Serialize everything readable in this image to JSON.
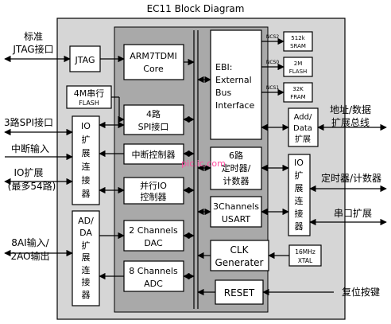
{
  "title": "EC11  Block  Diagram",
  "colors": {
    "outer_frame": "#d6d6d6",
    "core_panel": "#a9a9a9",
    "box": "#ffffff",
    "line": "#000000",
    "watermark": "#ff4ea0"
  },
  "external": {
    "jtag": [
      "标准",
      "JTAG接口"
    ],
    "spi": "3路SPI接口",
    "interrupt": "中断输入",
    "io_expand": [
      "IO扩展",
      "(最多54路)"
    ],
    "adda": [
      "8AI输入/",
      "2AO输出"
    ],
    "addr_data": [
      "地址/数据",
      "扩展总线"
    ],
    "timer_counter": "定时器/计数器",
    "serial": "串口扩展",
    "reset_key": "复位按键"
  },
  "blocks": {
    "jtag": "JTAG",
    "flash4m": [
      "4M串行",
      "FLASH"
    ],
    "io_connector_left": [
      "IO",
      "扩",
      "展",
      "连",
      "接",
      "器"
    ],
    "adda_connector": [
      "AD/",
      "DA",
      "扩",
      "展",
      "连",
      "接",
      "器"
    ],
    "arm": [
      "ARM7TDMI",
      "Core"
    ],
    "spi": [
      "4路",
      "SPI接口"
    ],
    "interrupt_ctrl": "中断控制器",
    "parallel_io": [
      "并行IO",
      "控制器"
    ],
    "dac": [
      "2 Channels",
      "DAC"
    ],
    "adc": [
      "8 Channels",
      "ADC"
    ],
    "ebi": [
      "EBI:",
      "External",
      "Bus",
      "Interface"
    ],
    "timers": [
      "6路",
      "定时器/",
      "计数器"
    ],
    "usart": [
      "3Channels",
      "USART"
    ],
    "clk": [
      "CLK",
      "Generater"
    ],
    "reset": "RESET",
    "sram": [
      "512k",
      "SRAM"
    ],
    "flash2m": [
      "2M",
      "FLASH"
    ],
    "fram": [
      "32K",
      "FRAM"
    ],
    "ncs": [
      "NCS2",
      "NCS0",
      "NCS1"
    ],
    "add_data": [
      "Add/",
      "Data",
      "扩展"
    ],
    "io_connector_right": [
      "IO",
      "扩",
      "展",
      "连",
      "接",
      "器"
    ],
    "xtal": [
      "16MHz",
      "XTAL"
    ]
  },
  "watermark": "pic.ic.com"
}
